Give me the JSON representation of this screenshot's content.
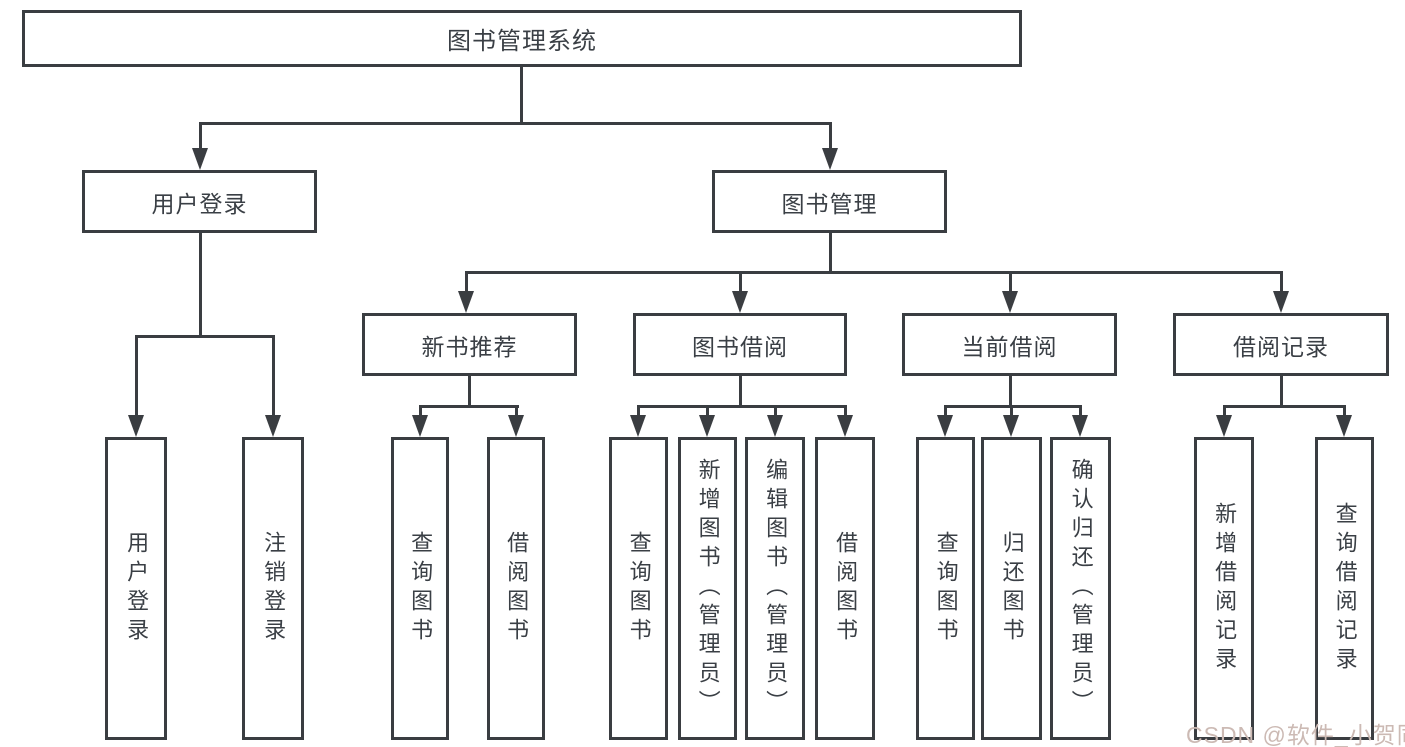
{
  "diagram": {
    "title": "图书管理系统",
    "root": {
      "label": "图书管理系统"
    },
    "branches": [
      {
        "label": "用户登录",
        "children": [
          "用户登录",
          "注销登录"
        ]
      },
      {
        "label": "图书管理",
        "children": [
          {
            "label": "新书推荐",
            "children": [
              "查询图书",
              "借阅图书"
            ]
          },
          {
            "label": "图书借阅",
            "children": [
              "查询图书",
              "新增图书（管理员）",
              "编辑图书（管理员）",
              "借阅图书"
            ]
          },
          {
            "label": "当前借阅",
            "children": [
              "查询图书",
              "归还图书",
              "确认归还（管理员）"
            ]
          },
          {
            "label": "借阅记录",
            "children": [
              "新增借阅记录",
              "查询借阅记录"
            ]
          }
        ]
      }
    ]
  },
  "watermark": {
    "text": "CSDN @软件_小贺同学"
  },
  "colors": {
    "line": "#3a3d41",
    "text": "#3a3f45",
    "watermark": "#ccbab4",
    "background": "#ffffff"
  }
}
